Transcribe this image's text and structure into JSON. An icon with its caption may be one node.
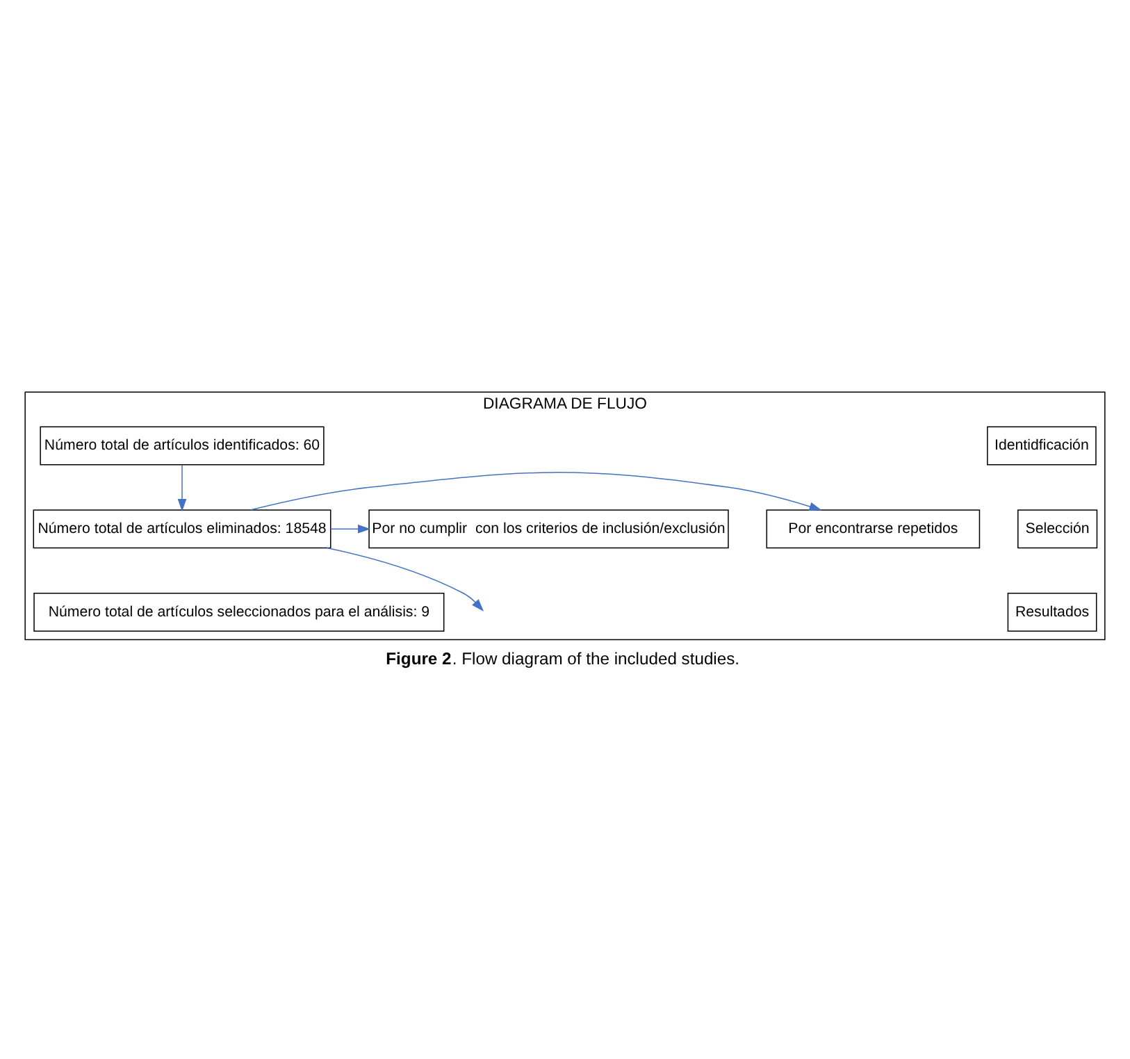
{
  "diagram": {
    "caption": "**Figure 2**. Flow diagram of the included studies.",
    "nodes": [
      {
        "text": [
          "DIAGRAMA DE FLUJO"
        ]
      },
      {
        "text": [
          "Identidficación"
        ],
        "in": 0
      },
      {
        "text": [
          "Número total de artículos identificados: 60"
        ],
        "in": 0
      },
      {
        "text": [
          "Selección"
        ],
        "in": 0
      },
      {
        "text": [
          "Número total de artículos eliminados: 18548"
        ],
        "in": 0
      },
      {
        "text": [
          "Por encontrarse repetidos"
        ],
        "in": 0
      },
      {
        "text": [
          "Por no cumplir  con los criterios de inclusión/exclusión"
        ],
        "in": 0
      },
      {
        "text": [
          "Resultados"
        ],
        "in": 0
      },
      {
        "text": [
          "Número total de artículos seleccionados para el análisis: 9"
        ],
        "in": 0
      }
    ],
    "edges": [
      {
        "from": 2,
        "to": 4,
        "arrow": "to"
      },
      {
        "from": 4,
        "to": 5,
        "arrow": "to"
      },
      {
        "from": 4,
        "to": 6,
        "arrow": "to"
      },
      {
        "from": 4,
        "to": null,
        "arrow": "to"
      }
    ]
  }
}
